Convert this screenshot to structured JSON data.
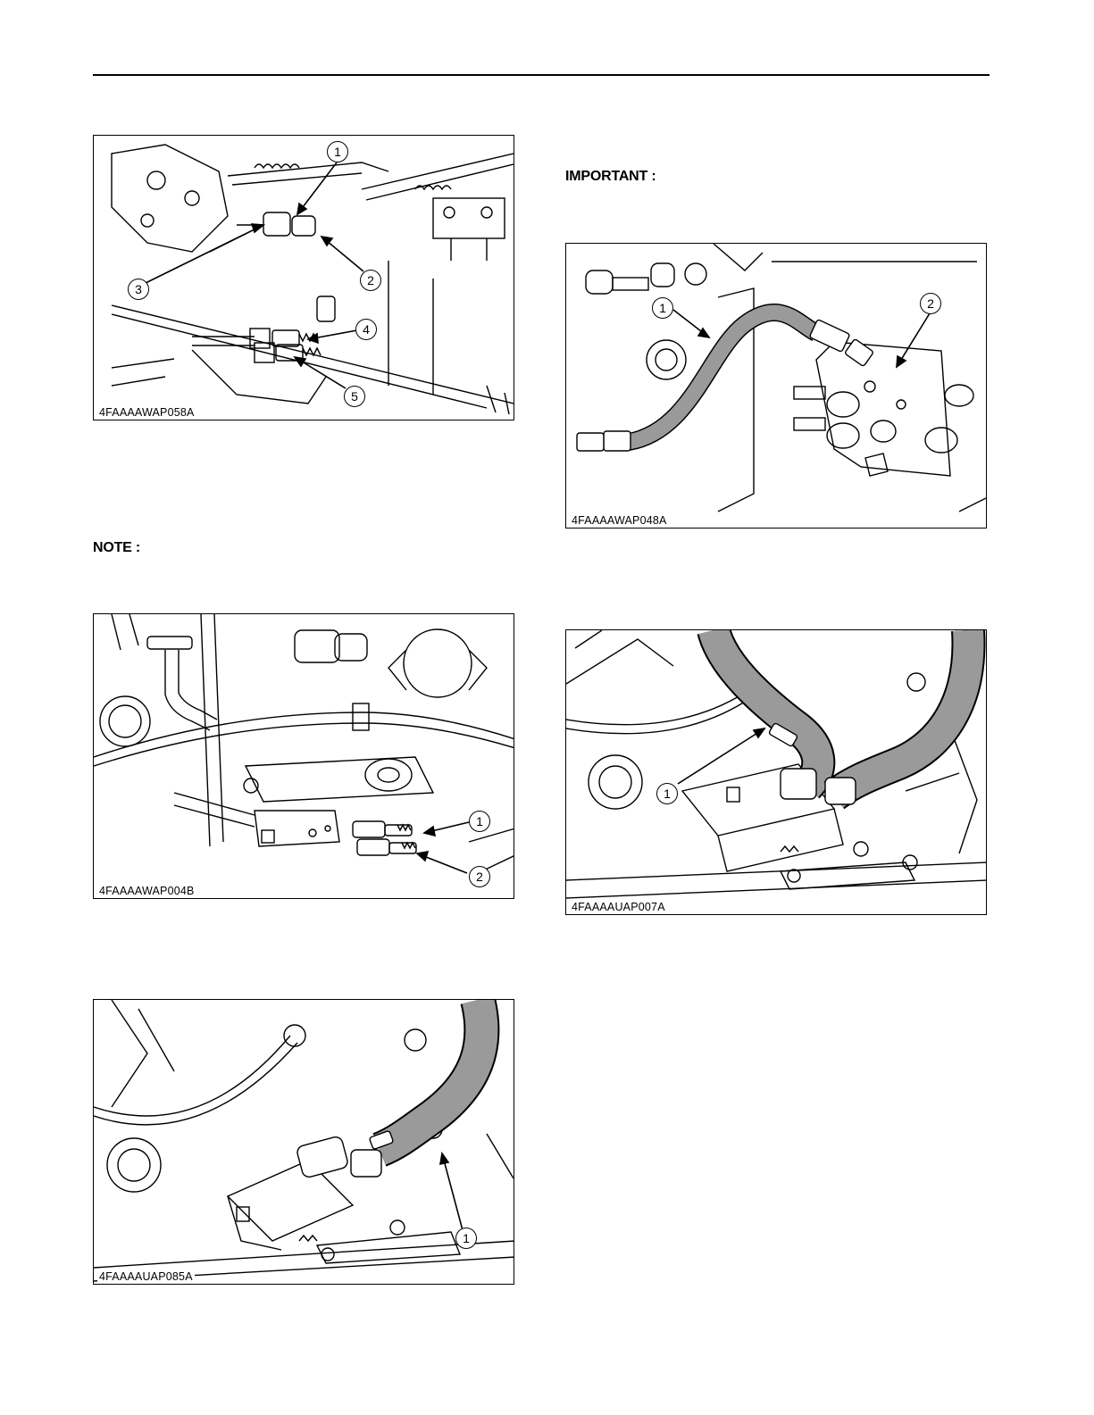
{
  "labels": {
    "important": "IMPORTANT :",
    "note": "NOTE :"
  },
  "figures": [
    {
      "id": "fig1",
      "code": "4FAAAAWAP058A",
      "callouts": [
        "1",
        "2",
        "3",
        "4",
        "5"
      ]
    },
    {
      "id": "fig2",
      "code": "4FAAAAWAP048A",
      "callouts": [
        "1",
        "2"
      ]
    },
    {
      "id": "fig3",
      "code": "4FAAAAWAP004B",
      "callouts": [
        "1",
        "2"
      ]
    },
    {
      "id": "fig4",
      "code": "4FAAAAUAP007A",
      "callouts": [
        "1"
      ]
    },
    {
      "id": "fig5",
      "code": "4FAAAAUAP085A",
      "callouts": [
        "1"
      ]
    }
  ],
  "colors": {
    "line": "#000000",
    "hose_fill": "#9a9a9a",
    "paper": "#ffffff"
  }
}
